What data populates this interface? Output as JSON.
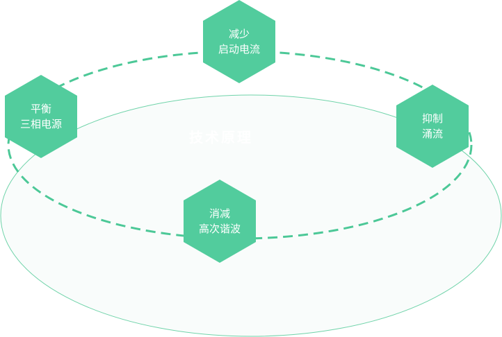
{
  "center_title": "技术原理",
  "colors": {
    "hex_fill": "#52cc9d",
    "dash": "#4cc897",
    "ellipse_stroke": "#6fd3a9",
    "ellipse_fill": "#f9fcfb"
  },
  "nodes": [
    {
      "line1": "减少",
      "line2": "启动电流"
    },
    {
      "line1": "平衡",
      "line2": "三相电源"
    },
    {
      "line1": "抑制",
      "line2": "涌流"
    },
    {
      "line1": "消减",
      "line2": "高次谐波"
    }
  ]
}
